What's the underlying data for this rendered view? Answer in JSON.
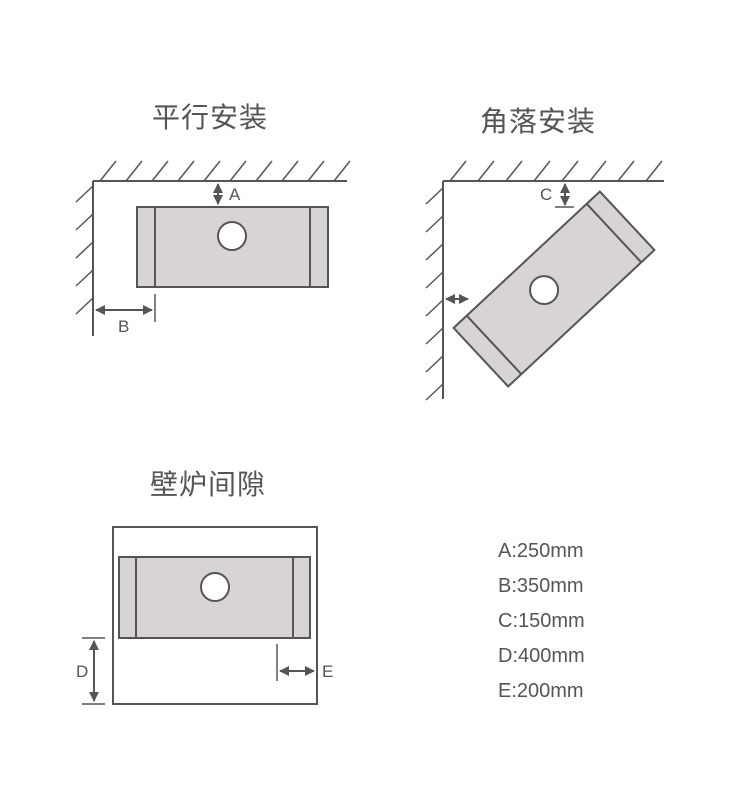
{
  "titles": {
    "parallel": "平行安装",
    "corner": "角落安装",
    "fireplace": "壁炉间隙"
  },
  "dimension_labels": {
    "a": "A",
    "b": "B",
    "c": "C",
    "d": "D",
    "e": "E"
  },
  "legend": [
    "A:250mm",
    "B:350mm",
    "C:150mm",
    "D:400mm",
    "E:200mm"
  ],
  "colors": {
    "line": "#555555",
    "heater_fill": "#d8d4d5",
    "background": "#ffffff"
  }
}
